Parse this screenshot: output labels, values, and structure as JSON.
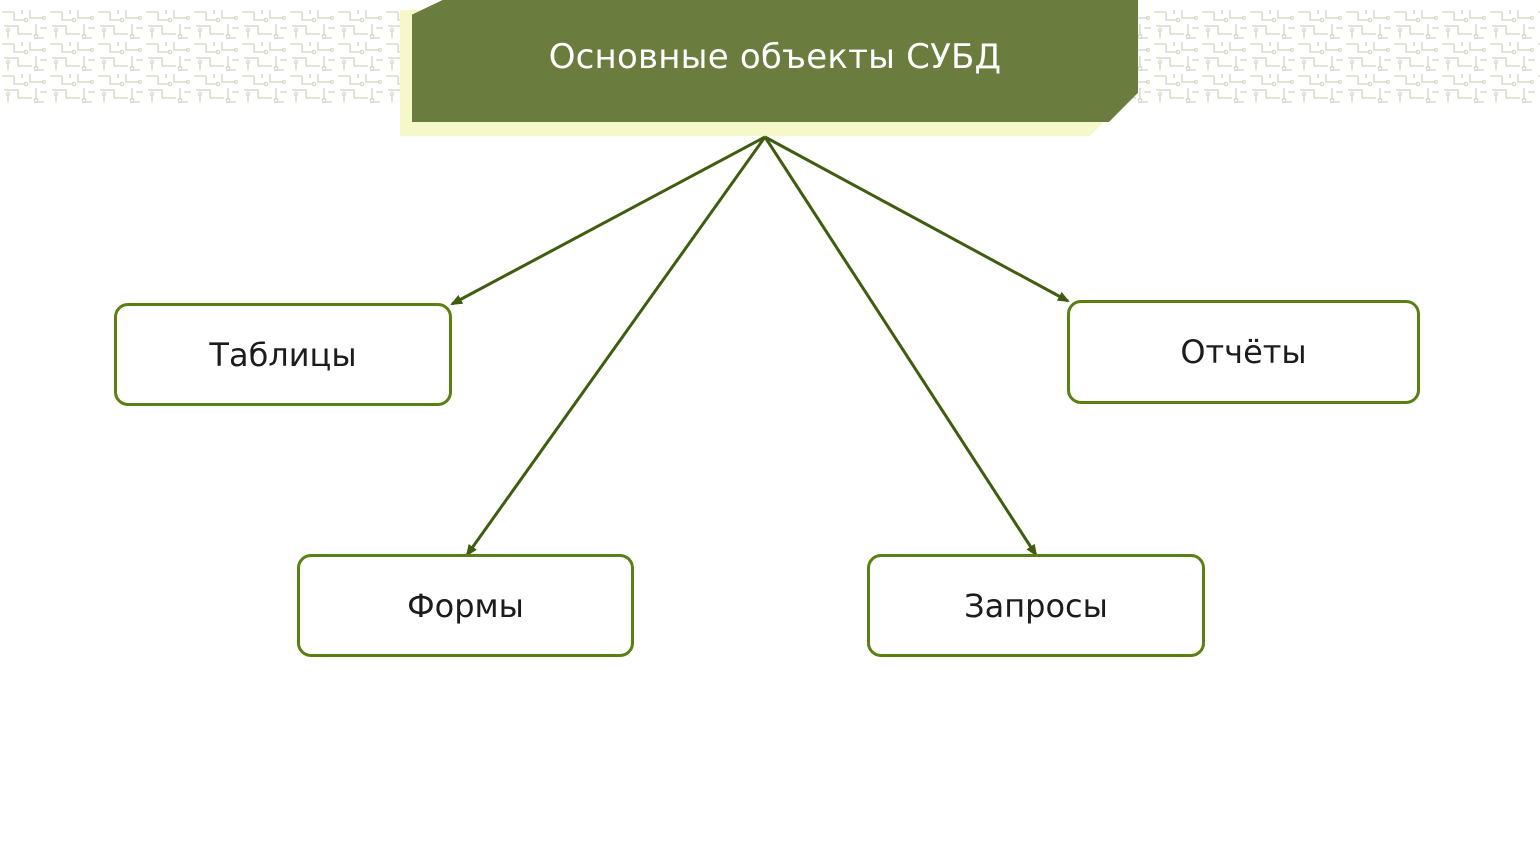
{
  "title": "Основные объекты СУБД",
  "nodes": {
    "tables": "Таблицы",
    "reports": "Отчёты",
    "forms": "Формы",
    "queries": "Запросы"
  },
  "colors": {
    "title_fill": "#6b7d3e",
    "title_shadow": "#f7f8c9",
    "node_border": "#5b8012",
    "connector": "#3f5c0f",
    "pattern": "#d8dccb"
  },
  "decoration": "circuit-pattern"
}
